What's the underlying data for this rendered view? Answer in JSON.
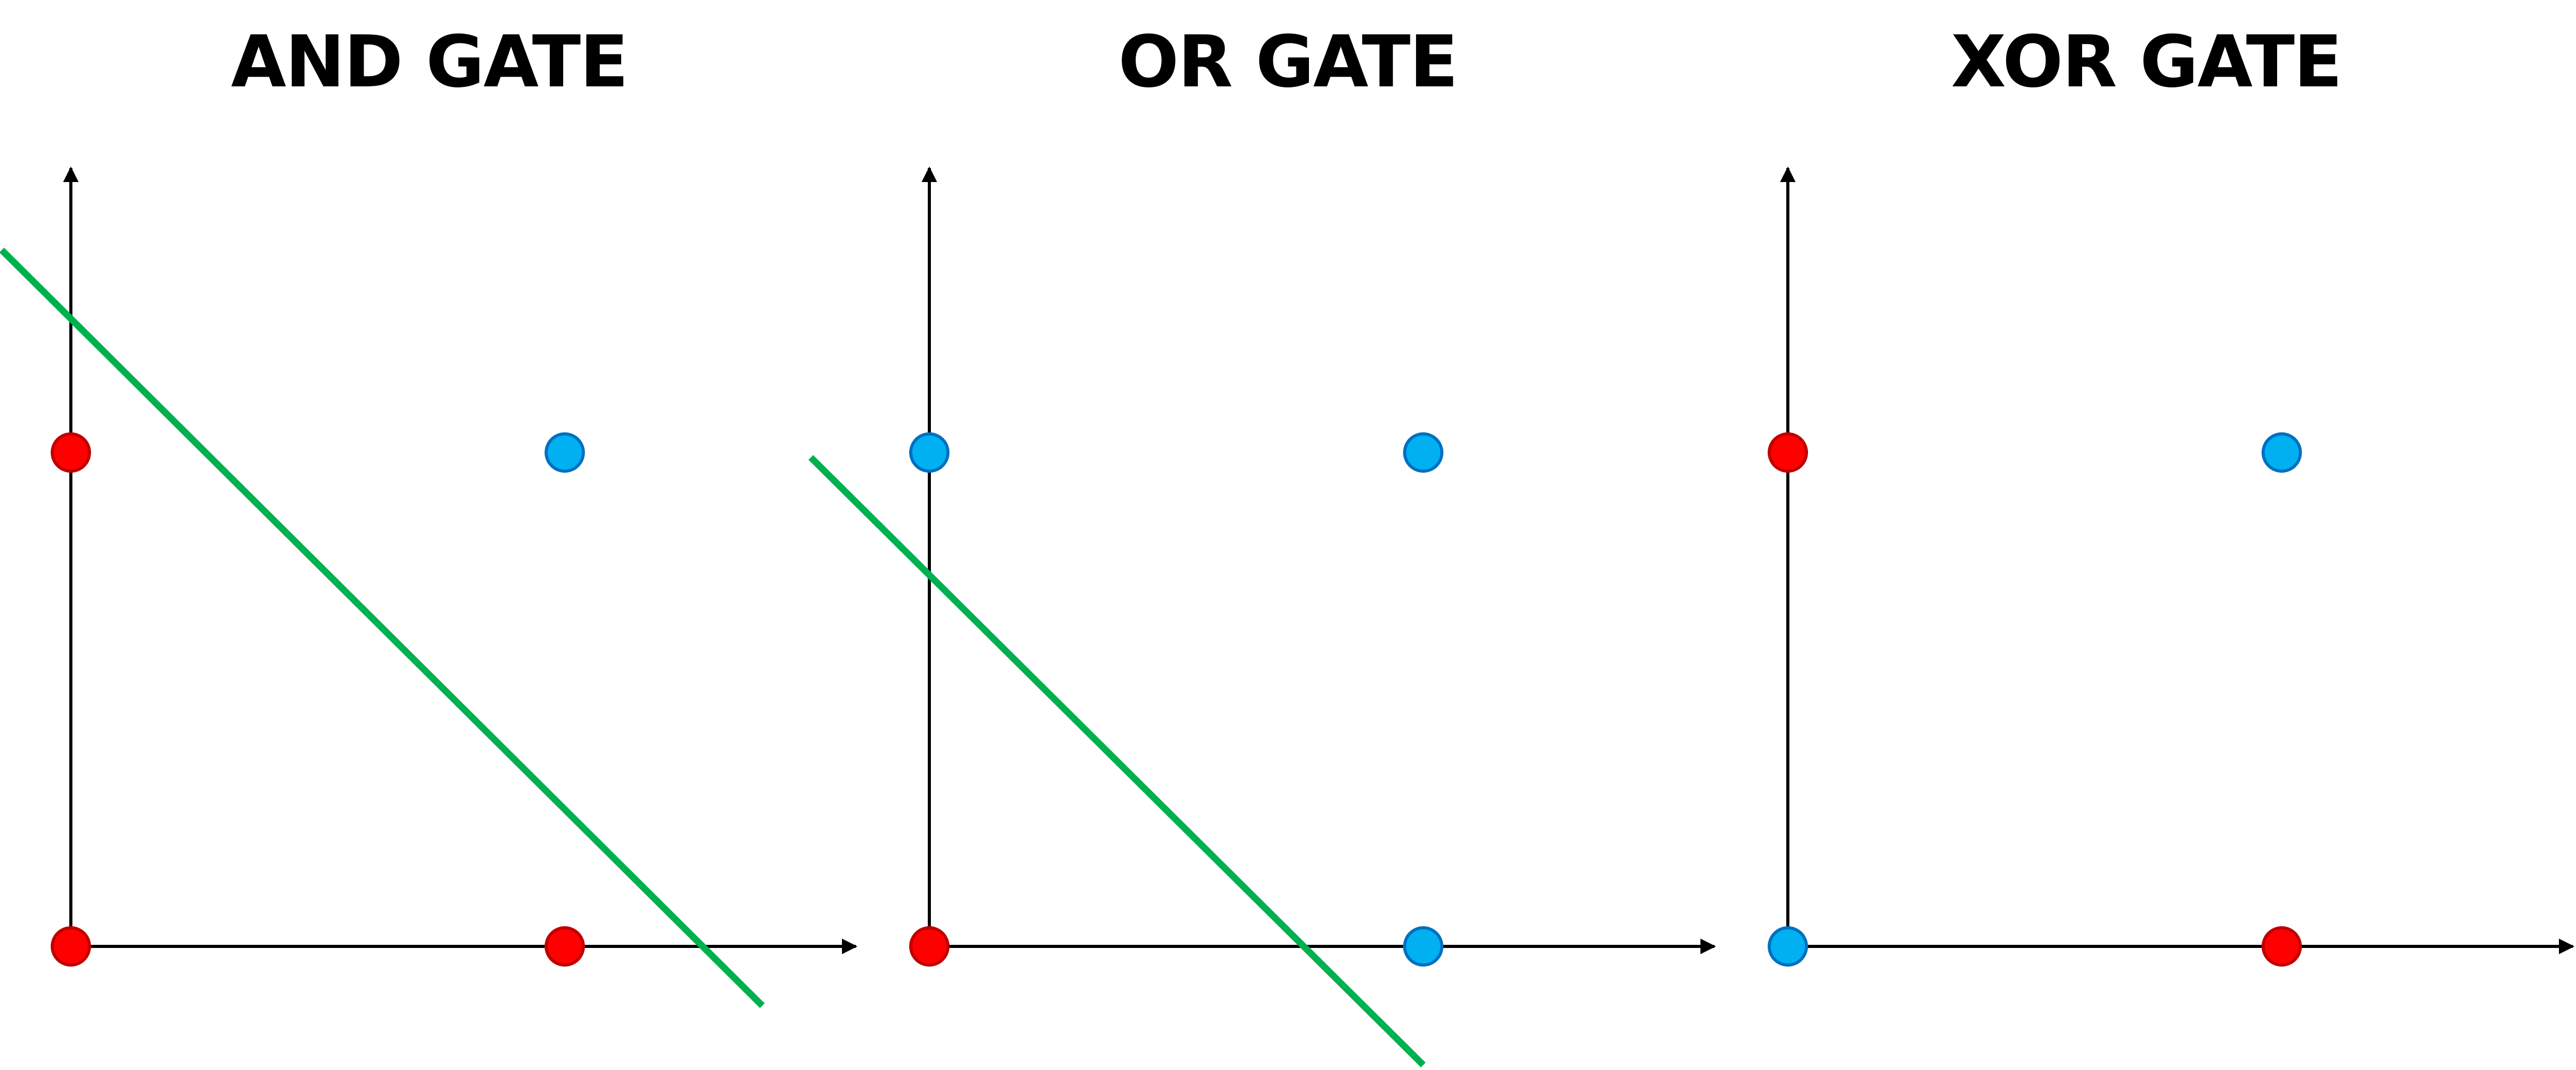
{
  "colors": {
    "class_zero": "#ff0000",
    "class_one": "#00b0f0",
    "class_zero_stroke": "#c00000",
    "class_one_stroke": "#0070c0",
    "decision_boundary": "#00b050",
    "axis": "#000000"
  },
  "panels": [
    {
      "title": "AND GATE",
      "points": [
        {
          "x": 0,
          "y": 0,
          "class": 0
        },
        {
          "x": 1,
          "y": 0,
          "class": 0
        },
        {
          "x": 0,
          "y": 1,
          "class": 0
        },
        {
          "x": 1,
          "y": 1,
          "class": 1
        }
      ],
      "decision_boundary": {
        "from": [
          -0.14,
          1.41
        ],
        "to": [
          1.4,
          -0.12
        ]
      }
    },
    {
      "title": "OR GATE",
      "points": [
        {
          "x": 0,
          "y": 0,
          "class": 0
        },
        {
          "x": 1,
          "y": 0,
          "class": 1
        },
        {
          "x": 0,
          "y": 1,
          "class": 1
        },
        {
          "x": 1,
          "y": 1,
          "class": 1
        }
      ],
      "decision_boundary": {
        "from": [
          -0.24,
          0.99
        ],
        "to": [
          1.0,
          -0.24
        ]
      }
    },
    {
      "title": "XOR GATE",
      "points": [
        {
          "x": 0,
          "y": 0,
          "class": 1
        },
        {
          "x": 1,
          "y": 0,
          "class": 0
        },
        {
          "x": 0,
          "y": 1,
          "class": 0
        },
        {
          "x": 1,
          "y": 1,
          "class": 1
        }
      ],
      "decision_boundary": null
    }
  ]
}
